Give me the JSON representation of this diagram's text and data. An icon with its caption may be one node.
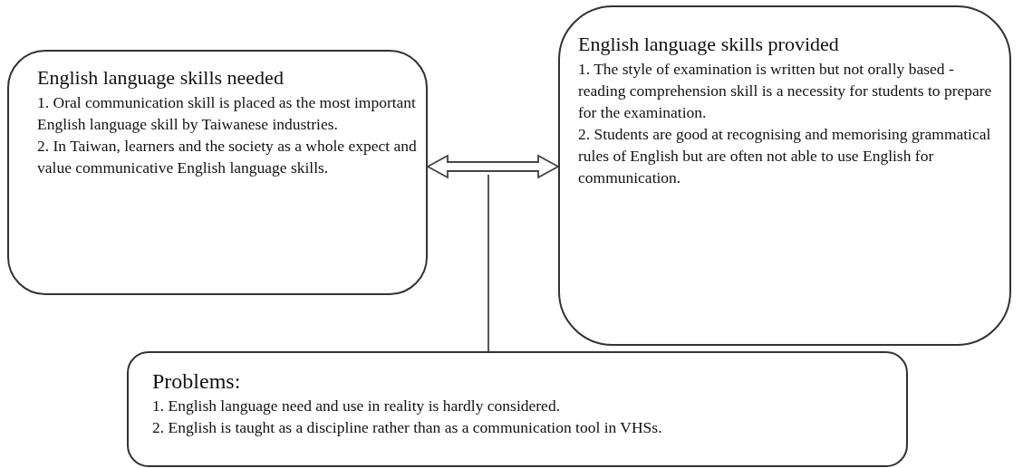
{
  "diagram": {
    "nodes": [
      {
        "text": [
          "English language skills needed",
          "1. Oral communication skill is placed as the most important English language skill by Taiwanese industries.",
          "2. In Taiwan, learners and the society as a whole expect and value communicative English language skills."
        ]
      },
      {
        "text": [
          "English language skills provided",
          "1. The style of examination is written but not orally based - reading comprehension skill is a necessity for students to prepare for the examination.",
          "2. Students are good at recognising and memorising grammatical rules of English but are often not able to use English for communication."
        ]
      },
      {
        "text": [
          "Problems:",
          "1. English language need and use in reality is hardly considered.",
          "2. English is taught as a discipline rather than as a communication tool in VHSs."
        ]
      }
    ],
    "edges": [
      {
        "from": 0,
        "to": 1,
        "arrow": "both"
      },
      {
        "from": 2,
        "to": null,
        "arrow": "none"
      }
    ]
  }
}
